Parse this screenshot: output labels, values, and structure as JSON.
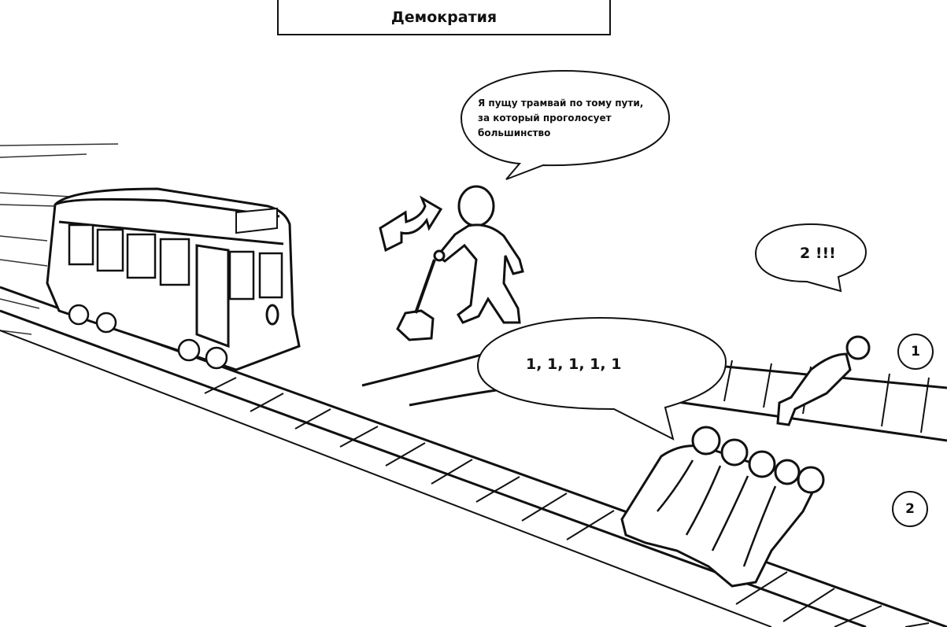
{
  "title": "Демократия",
  "operator_speech": [
    "Я пущу трамвай по тому пути,",
    "за который проголосует",
    "большинство"
  ],
  "group_speech": "1, 1, 1, 1, 1",
  "single_speech": "2 !!!",
  "track_labels": [
    "1",
    "2"
  ],
  "icons": [
    "tram-illustration",
    "lever-switch-icon",
    "switch-arrow-icon",
    "stick-figure-operator",
    "person-tied-single",
    "people-tied-group"
  ]
}
